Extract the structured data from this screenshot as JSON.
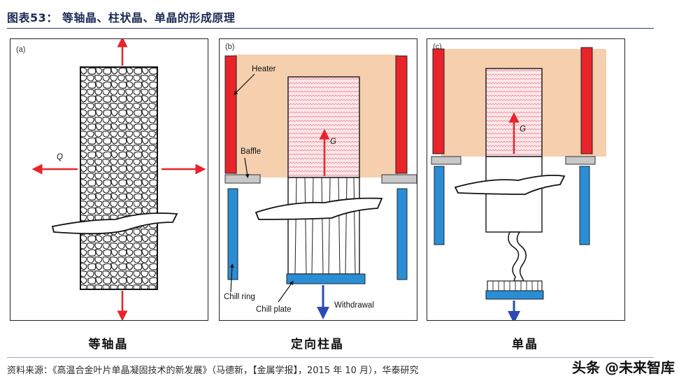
{
  "figure": {
    "title": "图表53： 等轴晶、柱状晶、单晶的形成原理"
  },
  "panels": [
    {
      "tag": "(a)",
      "caption": "等轴晶",
      "q_label": "Q"
    },
    {
      "tag": "(b)",
      "caption": "定向柱晶",
      "annotations": {
        "heater": "Heater",
        "baffle": "Baffle",
        "g": "G",
        "chill_ring": "Chill ring",
        "chill_plate": "Chill plate",
        "withdrawal": "Withdrawal"
      }
    },
    {
      "tag": "(c)",
      "caption": "单晶",
      "g": "G"
    }
  ],
  "source": "资料来源：《高温合金叶片单晶凝固技术的新发展》（马德新，【金属学报】，2015 年 10 月），华泰研究",
  "watermark": "头条 @未来智库",
  "colors": {
    "heater": "#e8242a",
    "chill": "#2a8ed6",
    "furnace": "#f5cfae",
    "arrow_red": "#e8242a",
    "arrow_blue": "#2a4bb5"
  }
}
